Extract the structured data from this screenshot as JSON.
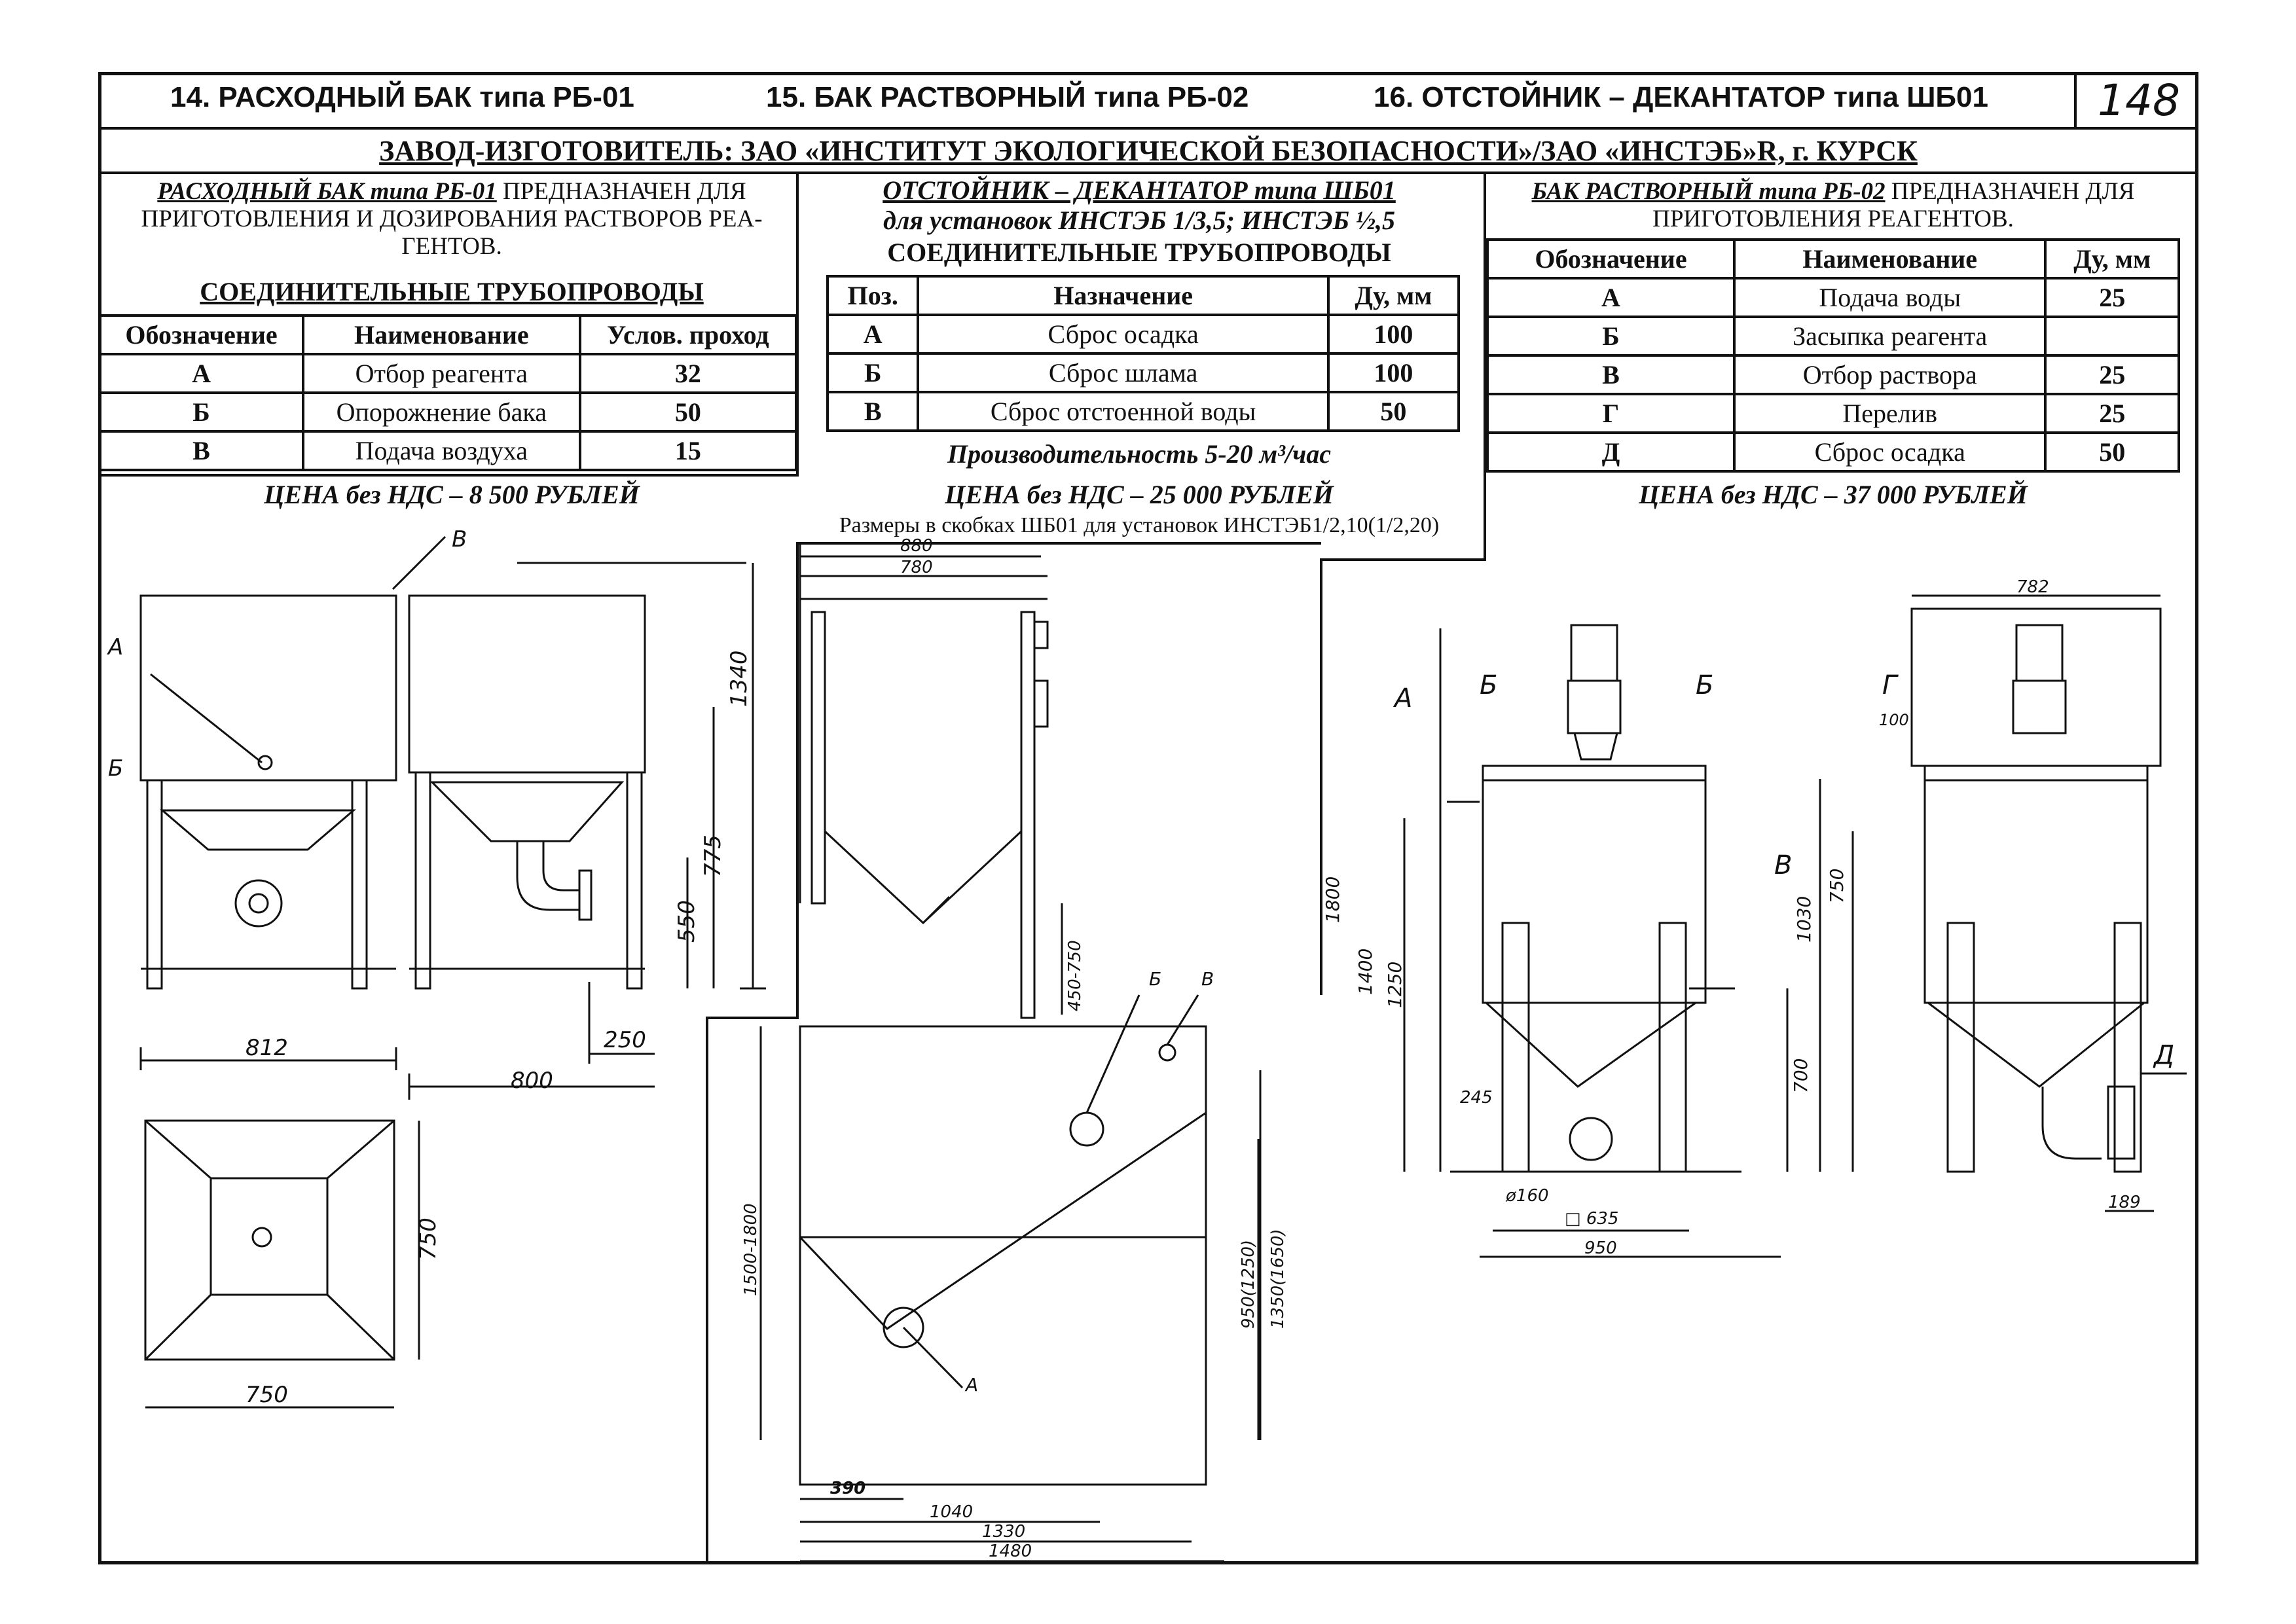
{
  "header": {
    "item14": "14. РАСХОДНЫЙ БАК типа РБ-01",
    "item15": "15. БАК РАСТВОРНЫЙ типа РБ-02",
    "item16": "16. ОТСТОЙНИК – ДЕКАНТАТОР типа ШБ01",
    "page_number": "148"
  },
  "manufacturer": "ЗАВОД-ИЗГОТОВИТЕЛЬ: ЗАО «ИНСТИТУТ ЭКОЛОГИЧЕСКОЙ БЕЗОПАСНОСТИ»/ЗАО «ИНСТЭБ»R, г. КУРСК",
  "left": {
    "title_bold": "РАСХОДНЫЙ БАК типа РБ-01",
    "title_rest": " ПРЕДНАЗНАЧЕН ДЛЯ ПРИГОТОВЛЕНИЯ И ДОЗИРОВАНИЯ РАСТВОРОВ РЕА-ГЕНТОВ.",
    "pipes_heading": "СОЕДИНИТЕЛЬНЫЕ ТРУБОПРОВОДЫ",
    "columns": [
      "Обозначение",
      "Наименование",
      "Услов. проход"
    ],
    "rows": [
      [
        "А",
        "Отбор реагента",
        "32"
      ],
      [
        "Б",
        "Опорожнение бака",
        "50"
      ],
      [
        "В",
        "Подача воздуха",
        "15"
      ]
    ],
    "price": "ЦЕНА без НДС – 8 500 РУБЛЕЙ",
    "dims": {
      "d812": "812",
      "d800": "800",
      "d250": "250",
      "d550": "550",
      "d775": "775",
      "d1340": "1340",
      "d750a": "750",
      "d750b": "750"
    },
    "labels": {
      "A": "А",
      "B": "Б",
      "V": "В"
    }
  },
  "center": {
    "title_bold": "ОТСТОЙНИК – ДЕКАНТАТОР типа ШБ01",
    "subtitle": "для установок ИНСТЭБ 1/3,5; ИНСТЭБ ½,5",
    "pipes_heading": "СОЕДИНИТЕЛЬНЫЕ ТРУБОПРОВОДЫ",
    "columns": [
      "Поз.",
      "Назначение",
      "Ду, мм"
    ],
    "rows": [
      [
        "А",
        "Сброс осадка",
        "100"
      ],
      [
        "Б",
        "Сброс шлама",
        "100"
      ],
      [
        "В",
        "Сброс отстоенной воды",
        "50"
      ]
    ],
    "capacity": "Производительность 5-20 м³/час",
    "price": "ЦЕНА без НДС – 25 000 РУБЛЕЙ",
    "note": "Размеры в скобках ШБ01 для установок ИНСТЭБ1/2,10(1/2,20)",
    "dims": {
      "d880": "880",
      "d780": "780",
      "d450_750": "450-750",
      "d1500_1800": "1500-1800",
      "d950": "950(1250)",
      "d1350": "1350(1650)",
      "d390": "390",
      "d1040": "1040",
      "d1330": "1330",
      "d1480": "1480"
    },
    "labels": {
      "A": "А",
      "B": "Б",
      "V": "В"
    }
  },
  "right": {
    "title_bold": "БАК РАСТВОРНЫЙ типа РБ-02",
    "title_rest": " ПРЕДНАЗНАЧЕН ДЛЯ ПРИГОТОВЛЕНИЯ РЕАГЕНТОВ.",
    "columns": [
      "Обозначение",
      "Наименование",
      "Ду, мм"
    ],
    "rows": [
      [
        "А",
        "Подача воды",
        "25"
      ],
      [
        "Б",
        "Засыпка реагента",
        ""
      ],
      [
        "В",
        "Отбор раствора",
        "25"
      ],
      [
        "Г",
        "Перелив",
        "25"
      ],
      [
        "Д",
        "Сброс осадка",
        "50"
      ]
    ],
    "price": "ЦЕНА без НДС – 37 000 РУБЛЕЙ",
    "dims": {
      "d1800": "1800",
      "d1400": "1400",
      "d1250": "1250",
      "d700": "700",
      "d245": "245",
      "d160": "ø160",
      "d635": "□ 635",
      "d950": "950",
      "d782": "782",
      "d100": "100",
      "d750": "750",
      "d1030": "1030",
      "d189": "189"
    },
    "labels": {
      "A": "А",
      "B1": "Б",
      "B2": "Б",
      "V": "В",
      "G": "Г",
      "D": "Д"
    }
  }
}
